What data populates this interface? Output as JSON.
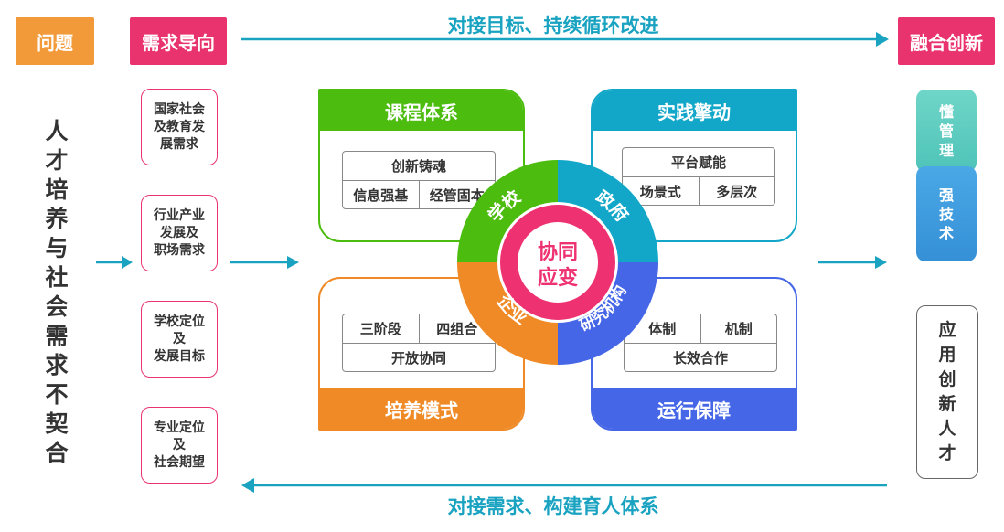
{
  "tags": {
    "problem": "问题",
    "demand": "需求导向",
    "fusion": "融合创新"
  },
  "arrows": {
    "top_label": "对接目标、持续循环改进",
    "bottom_label": "对接需求、构建育人体系"
  },
  "left_vertical": "人才培养与社会需求不契合",
  "needs": [
    {
      "lines": [
        "国家社会",
        "及教育发",
        "展需求"
      ]
    },
    {
      "lines": [
        "行业产业",
        "发展及",
        "职场需求"
      ]
    },
    {
      "lines": [
        "学校定位",
        "及",
        "发展目标"
      ]
    },
    {
      "lines": [
        "专业定位",
        "及",
        "社会期望"
      ]
    }
  ],
  "cards": {
    "curriculum": {
      "title": "课程体系",
      "row1": [
        "创新铸魂"
      ],
      "row2": [
        "信息强基",
        "经管固本"
      ],
      "color": "#4cbc0f"
    },
    "practice": {
      "title": "实践擎动",
      "row1": [
        "平台赋能"
      ],
      "row2": [
        "场景式",
        "多层次"
      ],
      "color": "#12a7c8"
    },
    "training": {
      "title": "培养模式",
      "row1": [
        "三阶段",
        "四组合"
      ],
      "row2": [
        "开放协同"
      ],
      "color": "#ef8a26"
    },
    "guarantee": {
      "title": "运行保障",
      "row1": [
        "体制",
        "机制"
      ],
      "row2": [
        "长效合作"
      ],
      "color": "#4566e6"
    }
  },
  "center": {
    "line1": "协同",
    "line2": "应变",
    "segments": {
      "school": "学校",
      "government": "政府",
      "enterprise": "企业",
      "research": "研究机构"
    },
    "core_color": "#ee3170"
  },
  "right": {
    "manage": "懂管理",
    "tech": "强技术",
    "talent": "应用创新人才",
    "manage_color": "#5ccdc0",
    "tech_color": "#3b9ee0"
  },
  "colors": {
    "arrow": "#1aa3c1",
    "pink": "#e9336f",
    "orange": "#f29a3a"
  }
}
